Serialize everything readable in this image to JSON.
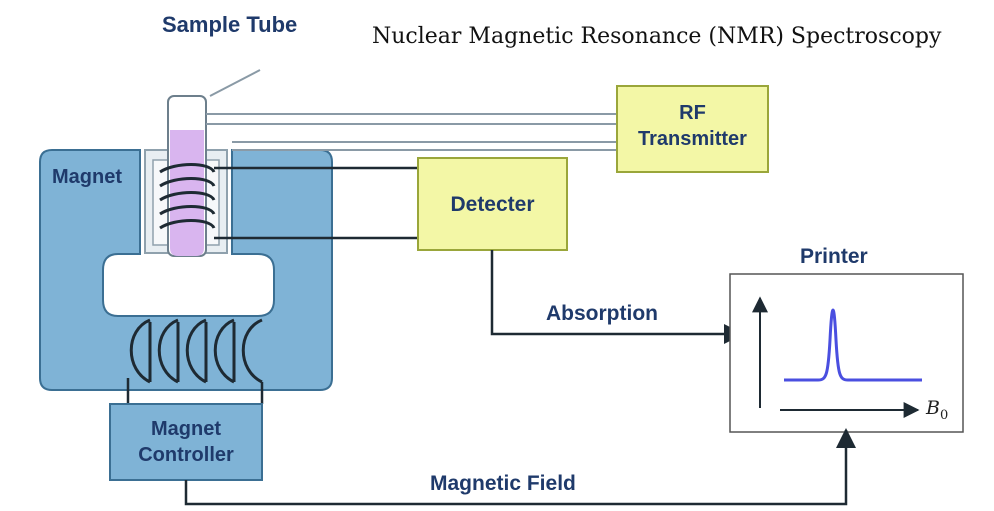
{
  "title": "Nuclear Magnetic Resonance (NMR) Spectroscopy",
  "labels": {
    "sample_tube": "Sample Tube",
    "magnet": "Magnet",
    "rf_transmitter_line1": "RF",
    "rf_transmitter_line2": "Transmitter",
    "detector": "Detecter",
    "printer": "Printer",
    "absorption": "Absorption",
    "magnet_controller_line1": "Magnet",
    "magnet_controller_line2": "Controller",
    "magnetic_field": "Magnetic Field",
    "axis_symbol": "B",
    "axis_subscript": "0"
  },
  "colors": {
    "magnet_fill": "#7fb3d6",
    "magnet_stroke": "#3b6f93",
    "box_yellow": "#f3f7a6",
    "box_yellow_stroke": "#9aa63a",
    "tube_liquid": "#d9b5ef",
    "peak_line": "#4a4fe0",
    "text": "#1f3a6b",
    "wire": "#1e2a33"
  },
  "icons": {
    "coil": "coil-icon",
    "arrow": "arrow-icon",
    "spectrum_peak": "peak-icon"
  }
}
